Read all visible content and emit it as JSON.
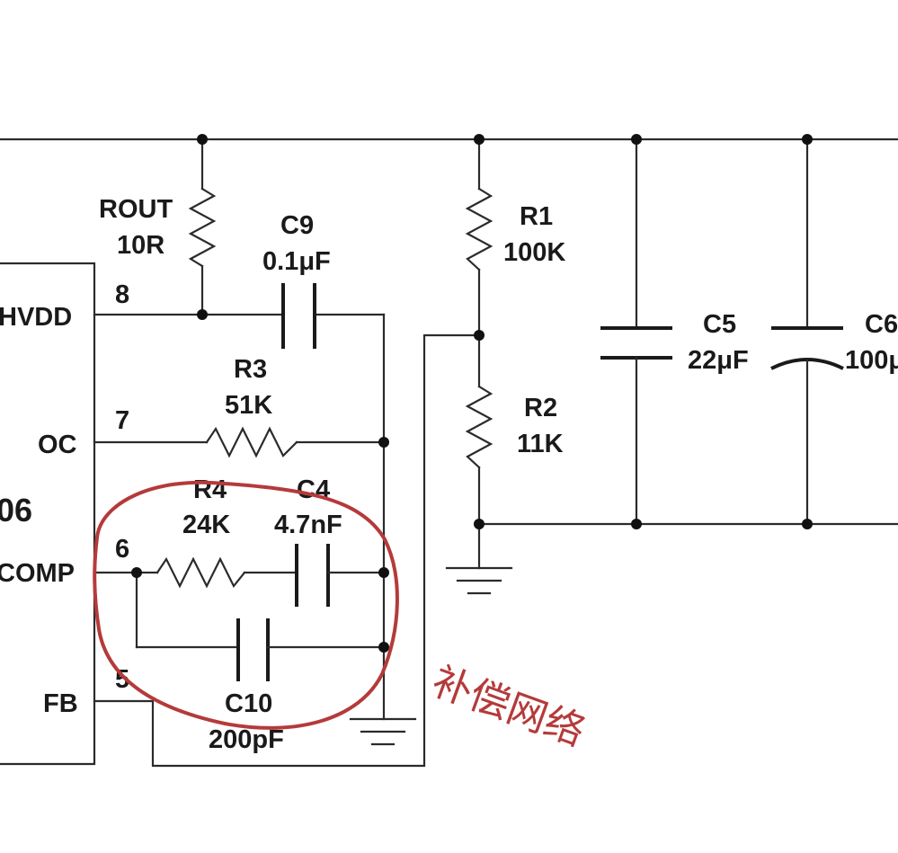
{
  "ic": {
    "part_fragment": "06",
    "pins": [
      {
        "name": "HVDD",
        "number": "8"
      },
      {
        "name": "OC",
        "number": "7"
      },
      {
        "name": "COMP",
        "number": "6"
      },
      {
        "name": "FB",
        "number": "5"
      }
    ]
  },
  "components": {
    "rout": {
      "ref": "ROUT",
      "value": "10R"
    },
    "c9": {
      "ref": "C9",
      "value": "0.1μF"
    },
    "r3": {
      "ref": "R3",
      "value": "51K"
    },
    "r4": {
      "ref": "R4",
      "value": "24K"
    },
    "c4": {
      "ref": "C4",
      "value": "4.7nF"
    },
    "c10": {
      "ref": "C10",
      "value": "200pF"
    },
    "r1": {
      "ref": "R1",
      "value": "100K"
    },
    "r2": {
      "ref": "R2",
      "value": "11K"
    },
    "c5": {
      "ref": "C5",
      "value": "22μF"
    },
    "c6": {
      "ref": "C6",
      "value": "100μ"
    }
  },
  "annotation": {
    "text": "补偿网络",
    "color": "#b53a3a"
  },
  "colors": {
    "ink": "#1a1a1a",
    "annotation": "#b53a3a"
  }
}
